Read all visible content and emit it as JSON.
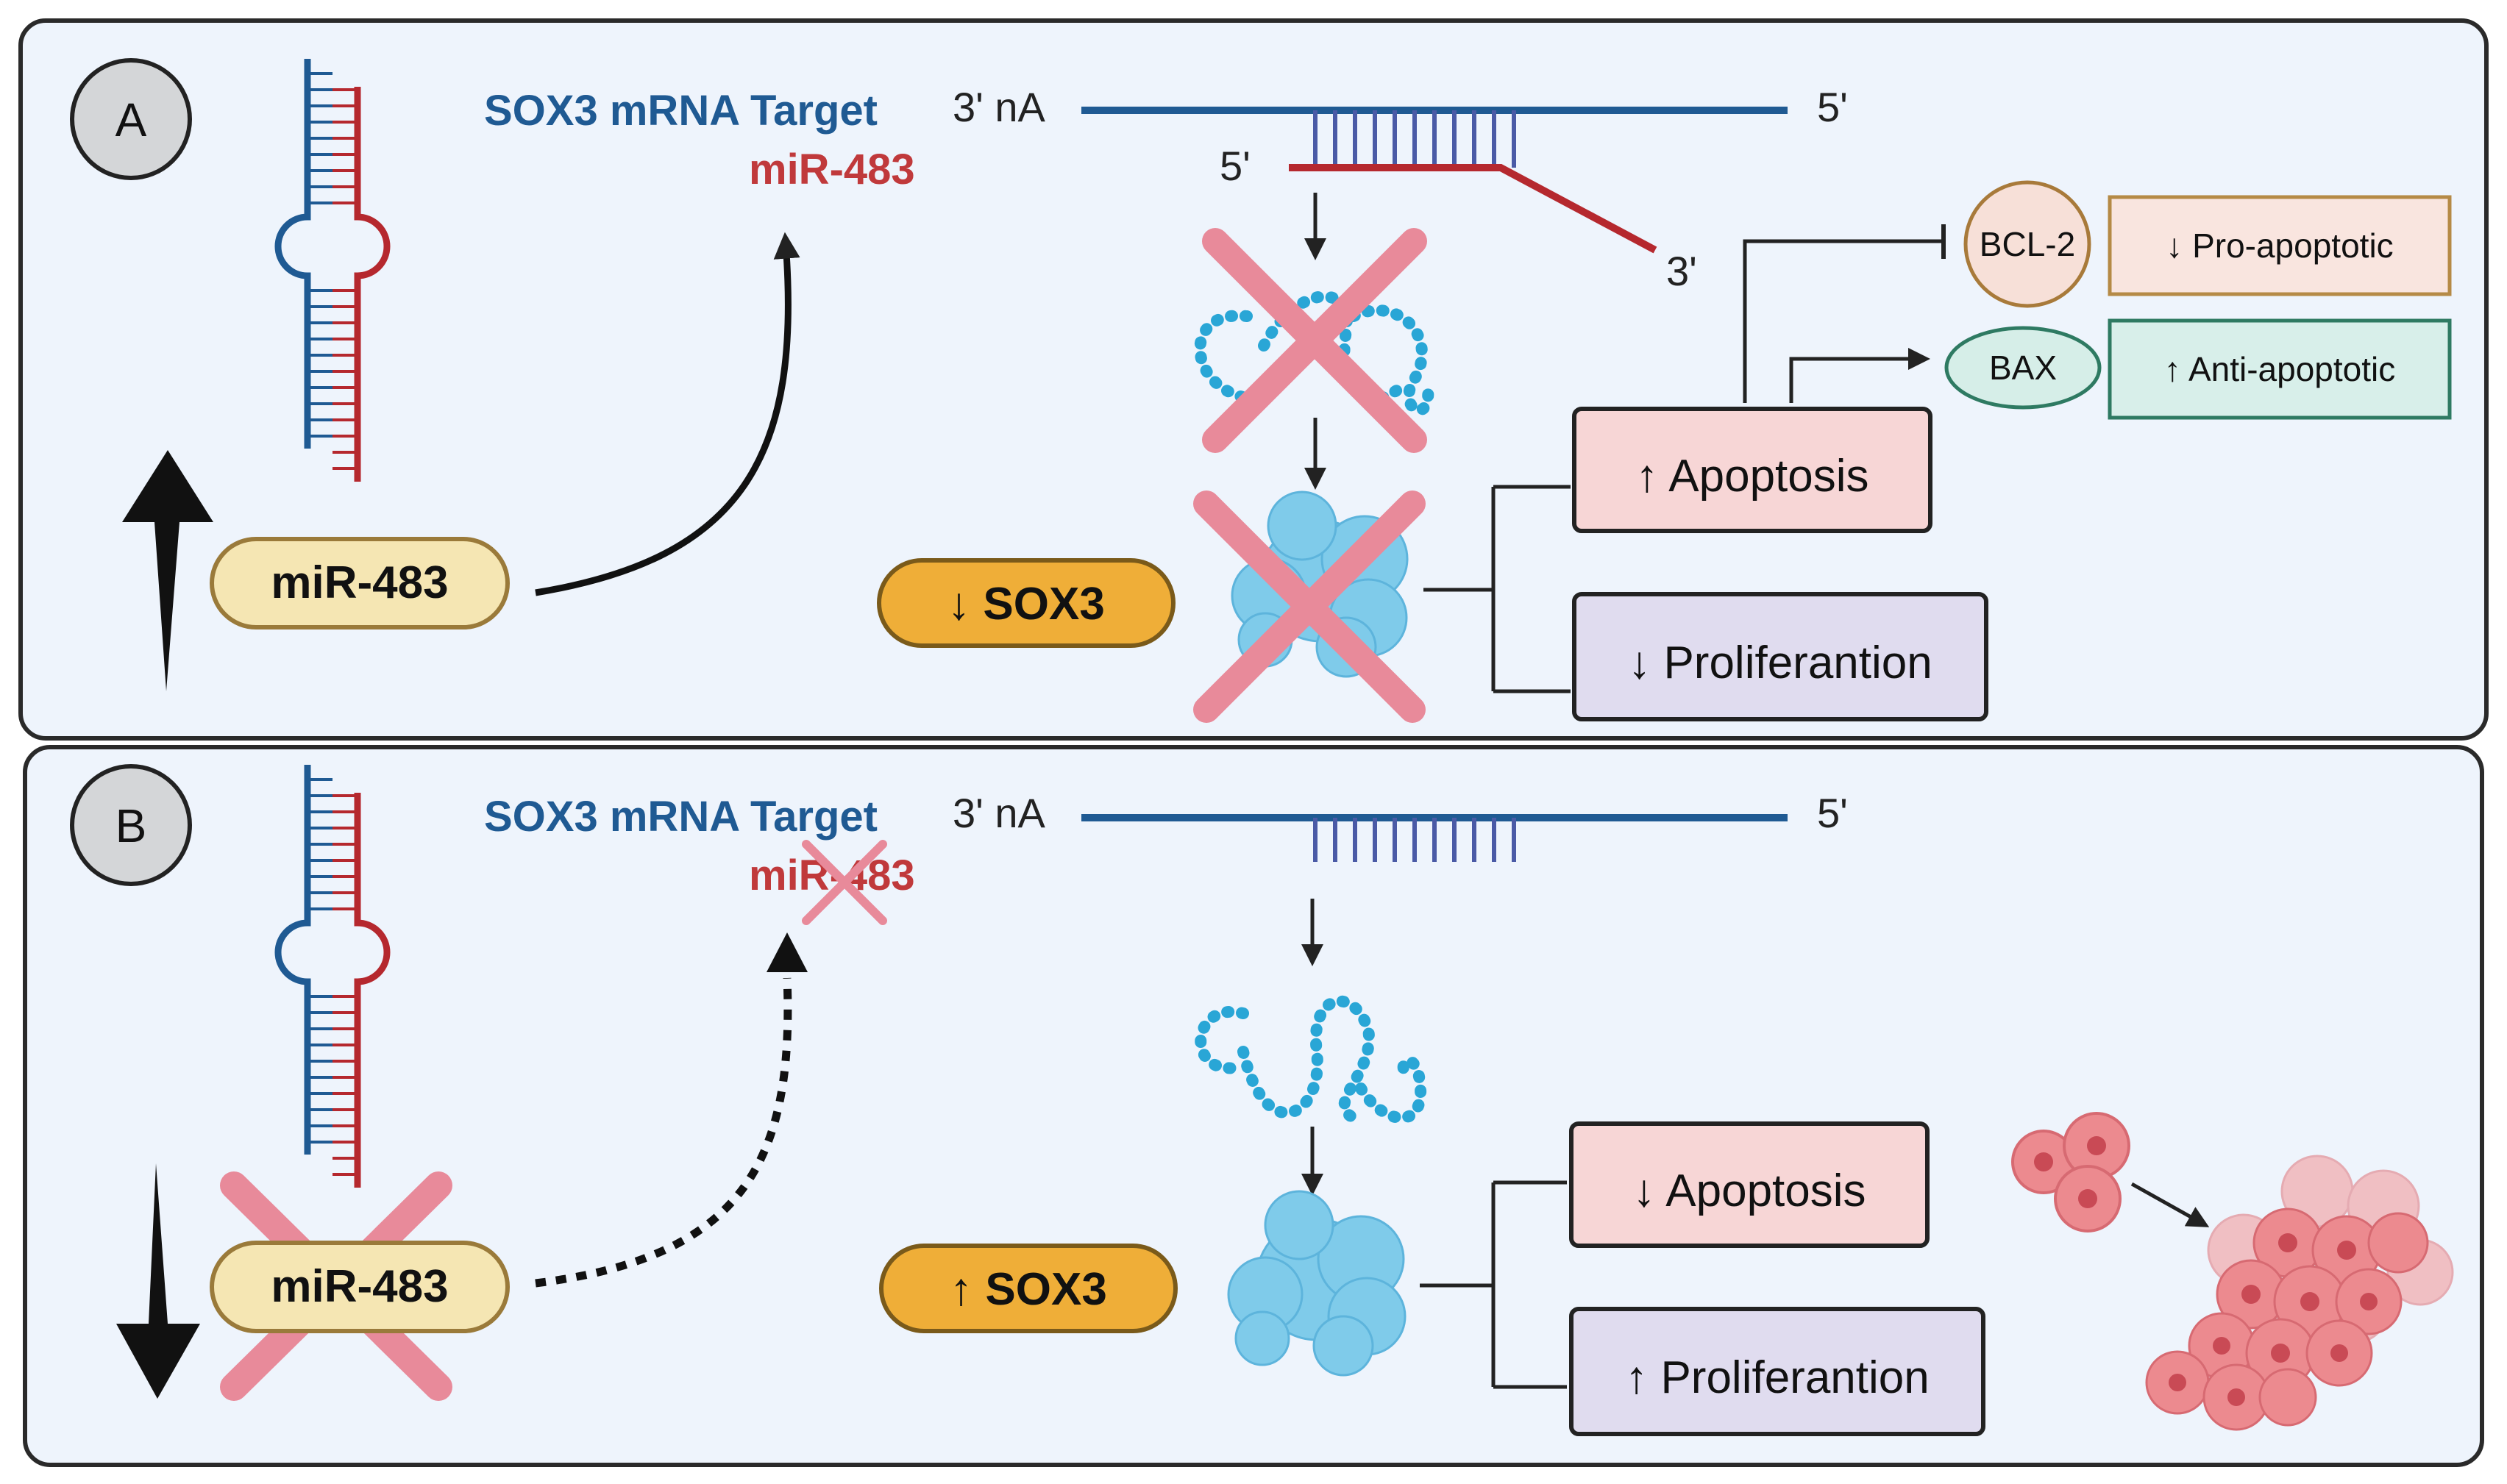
{
  "panelA": {
    "label": "A",
    "title": "SOX3 mRNA Target",
    "mir_small": "miR-483",
    "end_3na": "3' nA",
    "end_5_top": "5'",
    "end_5_mir": "5'",
    "end_3_mir": "3'",
    "mir_pill": "miR-483",
    "sox3": "↓ SOX3",
    "apoptosis": "↑ Apoptosis",
    "proliferation": "↓ Proliferantion",
    "bcl2": "BCL-2",
    "bax": "BAX",
    "pro_apoptotic": "↓ Pro-apoptotic",
    "anti_apoptotic": "↑ Anti-apoptotic"
  },
  "panelB": {
    "label": "B",
    "title": "SOX3 mRNA Target",
    "mir_small": "miR-483",
    "end_3na": "3' nA",
    "end_5_top": "5'",
    "mir_pill": "miR-483",
    "sox3": "↑ SOX3",
    "apoptosis": "↓ Apoptosis",
    "proliferation": "↑ Proliferantion"
  },
  "colors": {
    "panel_bg": "#eef4fc",
    "strand_blue": "#1f5a93",
    "strand_red": "#b5282e",
    "cross_pink": "#e88a9a",
    "pill_mir": "#f5e6b3",
    "pill_sox3": "#efae38",
    "apoptosis_fill": "#f7d6d6",
    "prolif_fill": "#e0dcef",
    "protein_blue": "#7fcbea",
    "bead_blue": "#29a6d6",
    "cell_pink": "#ec8a8f"
  }
}
